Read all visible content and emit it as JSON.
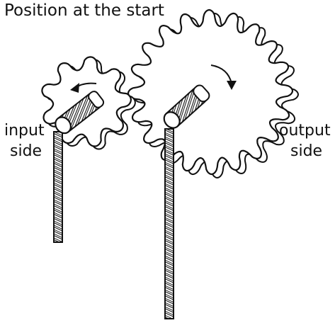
{
  "diagram": {
    "title": "Position at the start",
    "input_label": {
      "line1": "input",
      "line2": "side"
    },
    "output_label": {
      "line1": "output",
      "line2": "side"
    },
    "small_gear": {
      "teeth": 9,
      "rotation": "counterclockwise"
    },
    "large_gear": {
      "teeth": 20,
      "rotation": "clockwise"
    },
    "colors": {
      "ink": "#111111",
      "paper": "#ffffff"
    }
  }
}
